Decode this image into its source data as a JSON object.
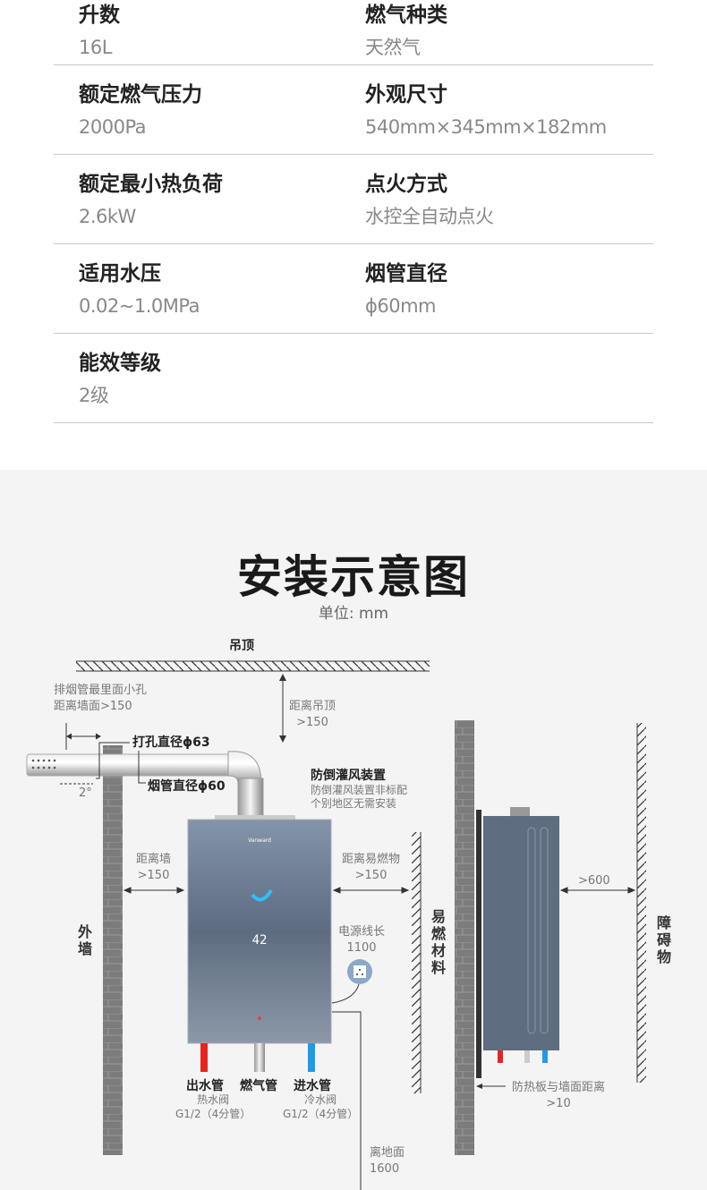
{
  "specs": [
    {
      "left": {
        "label": "升数",
        "value": "16L"
      },
      "right": {
        "label": "燃气种类",
        "value": "天然气"
      }
    },
    {
      "left": {
        "label": "额定燃气压力",
        "value": "2000Pa"
      },
      "right": {
        "label": "外观尺寸",
        "value": "540mm×345mm×182mm"
      }
    },
    {
      "left": {
        "label": "额定最小热负荷",
        "value": "2.6kW"
      },
      "right": {
        "label": "点火方式",
        "value": "水控全自动点火"
      }
    },
    {
      "left": {
        "label": "适用水压",
        "value": "0.02~1.0MPa"
      },
      "right": {
        "label": "烟管直径",
        "value": "ϕ60mm"
      }
    },
    {
      "left": {
        "label": "能效等级",
        "value": "2级"
      }
    }
  ],
  "diagram": {
    "title": "安装示意图",
    "unit": "单位: mm",
    "ceiling": "吊顶",
    "pipe_hole_note": [
      "排烟管最里面小孔",
      "距离墙面>150"
    ],
    "ceiling_dist": [
      "距离吊顶",
      ">150"
    ],
    "drill_diameter": "打孔直径ϕ63",
    "flue_diameter": "烟管直径ϕ60",
    "angle": "2°",
    "anti_wind_title": "防倒灌风装置",
    "anti_wind_note": [
      "防倒灌风装置非标配",
      "个别地区无需安装"
    ],
    "wall_dist": [
      "距离墙",
      ">150"
    ],
    "flammable_dist": [
      "距离易燃物",
      ">150"
    ],
    "outer_wall": "外墙",
    "flammable_material": "易燃材料",
    "power_cord": [
      "电源线长",
      "1100"
    ],
    "outlet_pipe": "出水管",
    "outlet_sub": [
      "热水阀",
      "G1/2（4分管）"
    ],
    "gas_pipe": "燃气管",
    "inlet_pipe": "进水管",
    "inlet_sub": [
      "冷水阀",
      "G1/2（4分管）"
    ],
    "floor_dist": [
      "离地面",
      "1600"
    ],
    "obstacle_dist": ">600",
    "obstacle": "障碍物",
    "heat_shield": [
      "防热板与墙面距离",
      ">10"
    ],
    "display_temp": "42"
  },
  "colors": {
    "hot": "#e8231f",
    "cold": "#1e9be6",
    "heater": "#6f7f94"
  }
}
